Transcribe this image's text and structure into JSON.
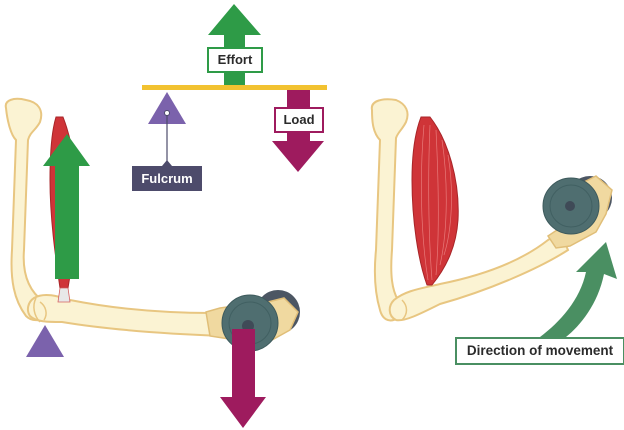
{
  "diagram": {
    "title": "Biceps lever system",
    "labels": {
      "effort": "Effort",
      "load": "Load",
      "fulcrum": "Fulcrum",
      "direction": "Direction of movement"
    },
    "colors": {
      "effort": "#2e9b47",
      "load": "#9e1b5e",
      "fulcrum": "#7b62ac",
      "fulcrum_label_bg": "#4d4b6b",
      "lever_bar": "#f2c230",
      "bone_fill": "#fbf3d3",
      "bone_outline": "#e8c681",
      "muscle": "#cf3438",
      "weight_front": "#4f6e70",
      "weight_back": "#4c5663",
      "direction_arrow": "#4a8f62"
    },
    "panels": [
      {
        "name": "lever-model",
        "parts": [
          "effort-arrow",
          "lever-bar",
          "fulcrum-triangle",
          "load-arrow"
        ]
      },
      {
        "name": "arm-extended",
        "parts": [
          "humerus",
          "forearm",
          "biceps",
          "effort-arrow",
          "fulcrum-triangle",
          "dumbbell",
          "load-arrow"
        ]
      },
      {
        "name": "arm-flexed",
        "parts": [
          "humerus",
          "forearm",
          "biceps",
          "dumbbell",
          "direction-arrow"
        ]
      }
    ]
  }
}
